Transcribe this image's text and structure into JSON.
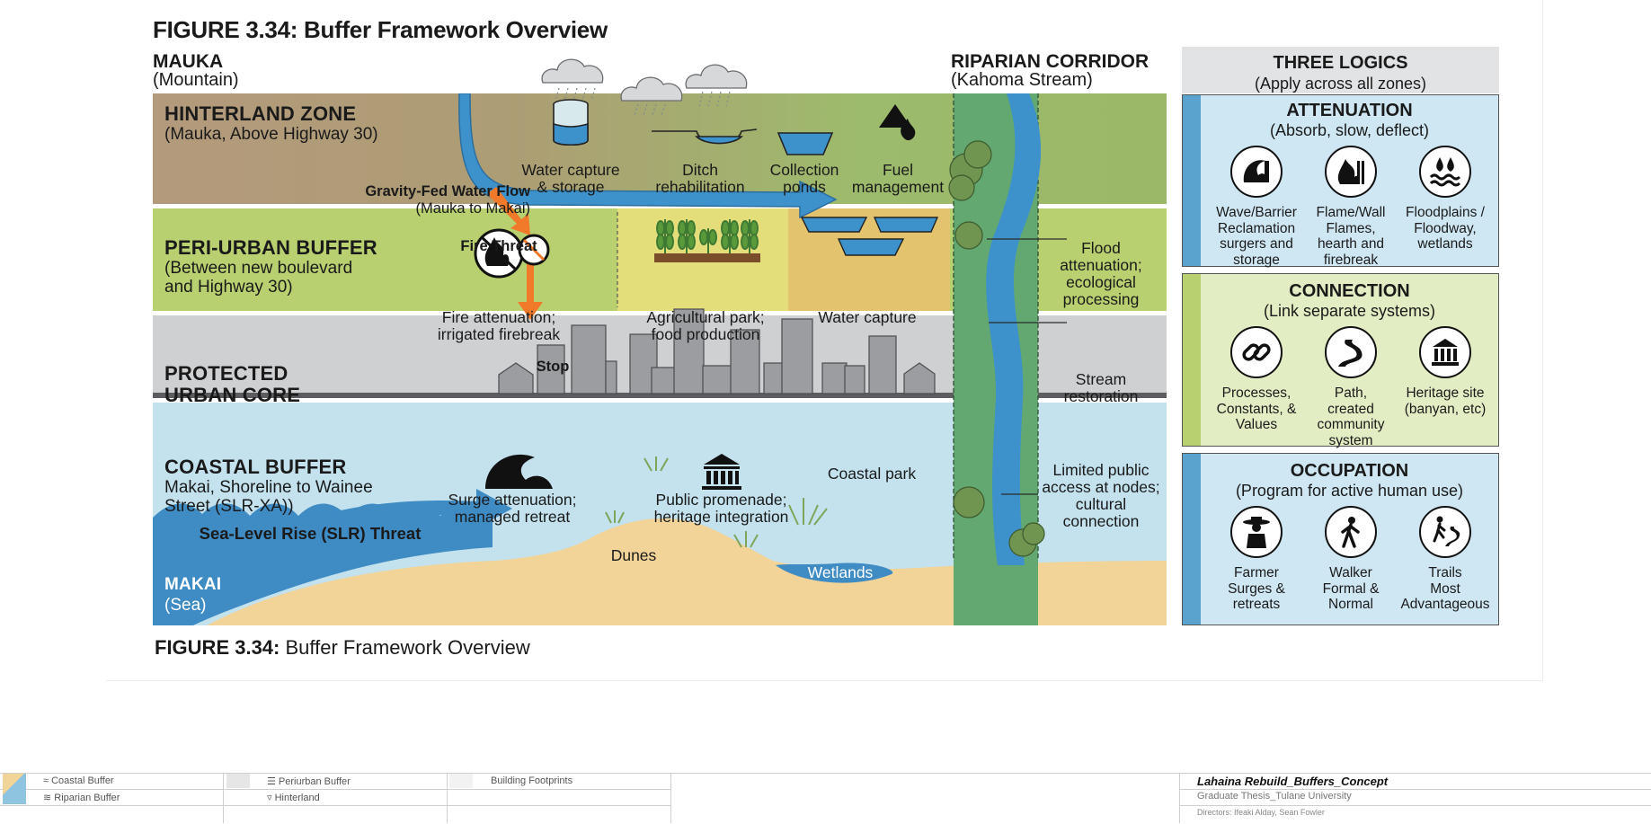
{
  "figure": {
    "title": "FIGURE 3.34: Buffer Framework Overview",
    "caption_bold": "FIGURE 3.34:",
    "caption_rest": " Buffer Framework Overview"
  },
  "orientation": {
    "mauka_title": "MAUKA",
    "mauka_sub": "(Mountain)",
    "makai_title": "MAKAI",
    "makai_sub": "(Sea)",
    "riparian_title": "RIPARIAN CORRIDOR",
    "riparian_sub": "(Kahoma Stream)"
  },
  "zones": {
    "hinterland": {
      "title": "HINTERLAND ZONE",
      "sub": "(Mauka, Above Highway 30)"
    },
    "periurban": {
      "title": "PERI-URBAN BUFFER",
      "sub1": "(Between new boulevard",
      "sub2": "and Highway 30)"
    },
    "core": {
      "title1": "PROTECTED",
      "title2": "URBAN CORE"
    },
    "coastal": {
      "title": "COASTAL BUFFER",
      "sub1": "Makai, Shoreline to Wainee",
      "sub2": "Street (SLR-XA))"
    }
  },
  "labels": {
    "water_capture_storage_1": "Water capture",
    "water_capture_storage_2": "& storage",
    "ditch_1": "Ditch",
    "ditch_2": "rehabilitation",
    "ponds_1": "Collection",
    "ponds_2": "ponds",
    "fuel_1": "Fuel",
    "fuel_2": "management",
    "gravity_1": "Gravity-Fed Water Flow",
    "gravity_2": "(Mauka to Makai)",
    "fire_threat": "Fire Threat",
    "fire_att_1": "Fire attenuation;",
    "fire_att_2": "irrigated firebreak",
    "agri_1": "Agricultural park;",
    "agri_2": "food production",
    "water_capture": "Water capture",
    "stop": "Stop",
    "flood_1": "Flood",
    "flood_2": "attenuation;",
    "flood_3": "ecological",
    "flood_4": "processing",
    "stream_1": "Stream",
    "stream_2": "restoration",
    "surge_1": "Surge attenuation;",
    "surge_2": "managed retreat",
    "prom_1": "Public promenade;",
    "prom_2": "heritage integration",
    "coastal_park": "Coastal park",
    "limited_1": "Limited public",
    "limited_2": "access at nodes;",
    "limited_3": "cultural",
    "limited_4": "connection",
    "slr": "Sea-Level Rise (SLR) Threat",
    "dunes": "Dunes",
    "wetlands": "Wetlands"
  },
  "logics": {
    "title": "THREE LOGICS",
    "subtitle": "(Apply across all zones)",
    "attenuation": {
      "title": "ATTENUATION",
      "sub": "(Absorb, slow, deflect)",
      "items": [
        {
          "l1": "Wave/Barrier",
          "l2": "Reclamation",
          "l3": "surgers and",
          "l4": "storage"
        },
        {
          "l1": "Flame/Wall",
          "l2": "Flames,",
          "l3": "hearth and",
          "l4": "firebreak"
        },
        {
          "l1": "Floodplains /",
          "l2": "Floodway,",
          "l3": "wetlands",
          "l4": ""
        }
      ]
    },
    "connection": {
      "title": "CONNECTION",
      "sub": "(Link separate systems)",
      "items": [
        {
          "l1": "Processes,",
          "l2": "Constants, &",
          "l3": "Values",
          "l4": ""
        },
        {
          "l1": "Path,",
          "l2": "created",
          "l3": "community",
          "l4": "system"
        },
        {
          "l1": "Heritage site",
          "l2": "(banyan, etc)",
          "l3": "",
          "l4": ""
        }
      ]
    },
    "occupation": {
      "title": "OCCUPATION",
      "sub": "(Program for active human use)",
      "items": [
        {
          "l1": "Farmer",
          "l2": "Surges &",
          "l3": "retreats",
          "l4": ""
        },
        {
          "l1": "Walker",
          "l2": "Formal &",
          "l3": "Normal",
          "l4": ""
        },
        {
          "l1": "Trails",
          "l2": "Most",
          "l3": "Advantageous",
          "l4": ""
        }
      ]
    }
  },
  "legend": {
    "coastal": "≈ Coastal Buffer",
    "riparian": "≋ Riparian Buffer",
    "periurban": "☰ Periurban Buffer",
    "hinterland": "▿ Hinterland",
    "footprints": "Building Footprints"
  },
  "titleblock": {
    "project": "Lahaina Rebuild_Buffers_Concept",
    "school": "Graduate Thesis_Tulane University",
    "directors": "Directors: Ifeaki Alday, Sean Fowler"
  },
  "colors": {
    "hinterland_brown": "#b39a7c",
    "hinterland_green": "#9dbb6c",
    "periurban": "#b8d06f",
    "agri_yellow": "#e4de7a",
    "water_orange": "#e3c36e",
    "core_gray": "#cfd0d2",
    "coastal_blue": "#c3e2ee",
    "sand": "#f2d499",
    "sea_blue": "#3f8bc4",
    "riparian_green": "#62a870",
    "stream_blue": "#3d92cc",
    "fire_orange": "#f07a2a"
  }
}
